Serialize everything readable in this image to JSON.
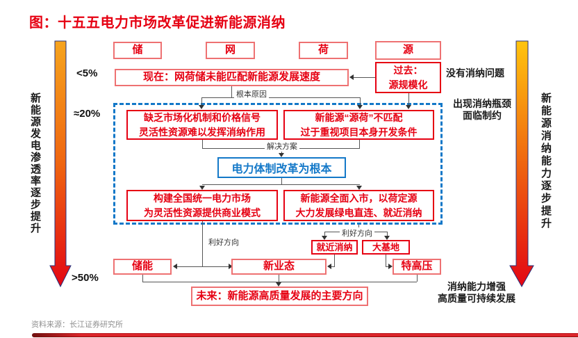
{
  "title": "图：十五五电力市场改革促进新能源消纳",
  "source": "资料来源：长江证券研究所",
  "left_axis": {
    "label": "新能源发电渗透率逐步提升",
    "tick_low": "<5%",
    "tick_mid": "≈20%",
    "tick_high": ">50%"
  },
  "right_axis": {
    "label": "新能源消纳能力逐步提升"
  },
  "stage_notes": {
    "past": "没有消纳问题",
    "present_l1": "出现消纳瓶颈",
    "present_l2": "面临制约",
    "future_l1": "消纳能力增强",
    "future_l2": "高质量可持续发展"
  },
  "top_boxes": {
    "storage": "储",
    "grid": "网",
    "load": "荷",
    "source": "源"
  },
  "flow": {
    "now": "现在：网荷储未能匹配新能源发展速度",
    "past_l1": "过去：",
    "past_l2": "源规模化",
    "cause_left_l1": "缺乏市场化机制和价格信号",
    "cause_left_l2": "灵活性资源难以发挥消纳作用",
    "cause_right_l1": "新能源“源荷”不匹配",
    "cause_right_l2": "过于重视项目本身开发条件",
    "core": "电力体制改革为根本",
    "sol_left_l1": "构建全国统一电力市场",
    "sol_left_l2": "为灵活性资源提供商业模式",
    "sol_right_l1": "新能源全面入市，以荷定源",
    "sol_right_l2": "大力发展绿电直连、就近消纳",
    "nearby": "就近消纳",
    "big_base": "大基地",
    "storage": "储能",
    "new_modes": "新业态",
    "uhv": "特高压",
    "future": "未来：新能源高质量发展的主要方向"
  },
  "edge_labels": {
    "root_cause": "根本原因",
    "solution": "解决方案",
    "favorable": "利好方向"
  },
  "colors": {
    "red": "#e60012",
    "light_red_border": "#ee7172",
    "blue": "#1378c8",
    "line": "#555555",
    "arrow_orange": "#f6a41e",
    "arrow_yellow": "#ffc40e",
    "arrow_red": "#e30613"
  }
}
